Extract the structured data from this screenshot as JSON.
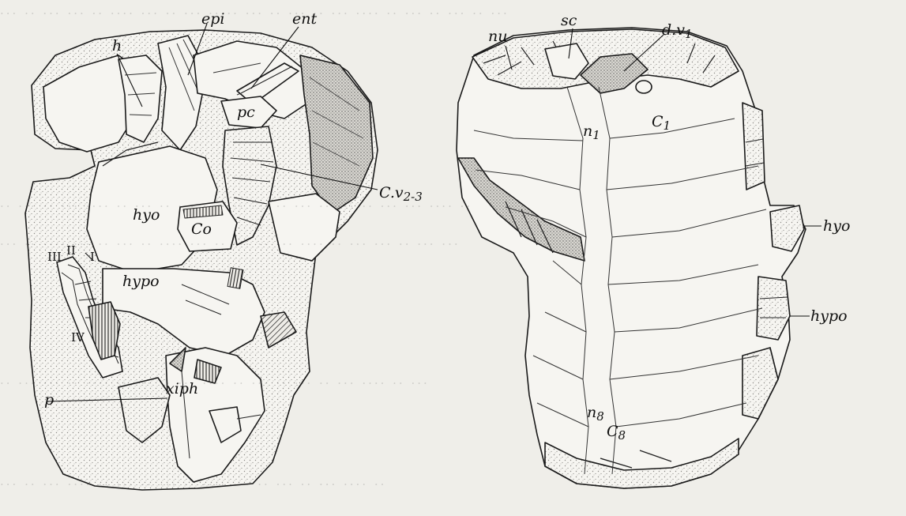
{
  "figure": {
    "ventral_labels": {
      "h": "h",
      "epi": "epi",
      "ent": "ent",
      "pc": "pc",
      "cv": "C.v",
      "cv_sub": "2-3",
      "hyo": "hyo",
      "co": "Co",
      "hypo": "hypo",
      "iii": "III",
      "ii": "II",
      "i": "I",
      "iv": "IV",
      "xiph": "xiph",
      "p": "p"
    },
    "dorsal_labels": {
      "nu": "nu",
      "sc": "sc",
      "dv": "d.v",
      "dv_sub": "1",
      "n1": "n",
      "n1_sub": "1",
      "c1": "C",
      "c1_sub": "1",
      "hyo": "hyo",
      "hypo": "hypo",
      "n8": "n",
      "n8_sub": "8",
      "c8": "C",
      "c8_sub": "8"
    },
    "colors": {
      "ink": "#1a1a1a",
      "paper": "#efeee9",
      "bone": "#f6f5f1",
      "stipple": "#9a9894"
    }
  }
}
